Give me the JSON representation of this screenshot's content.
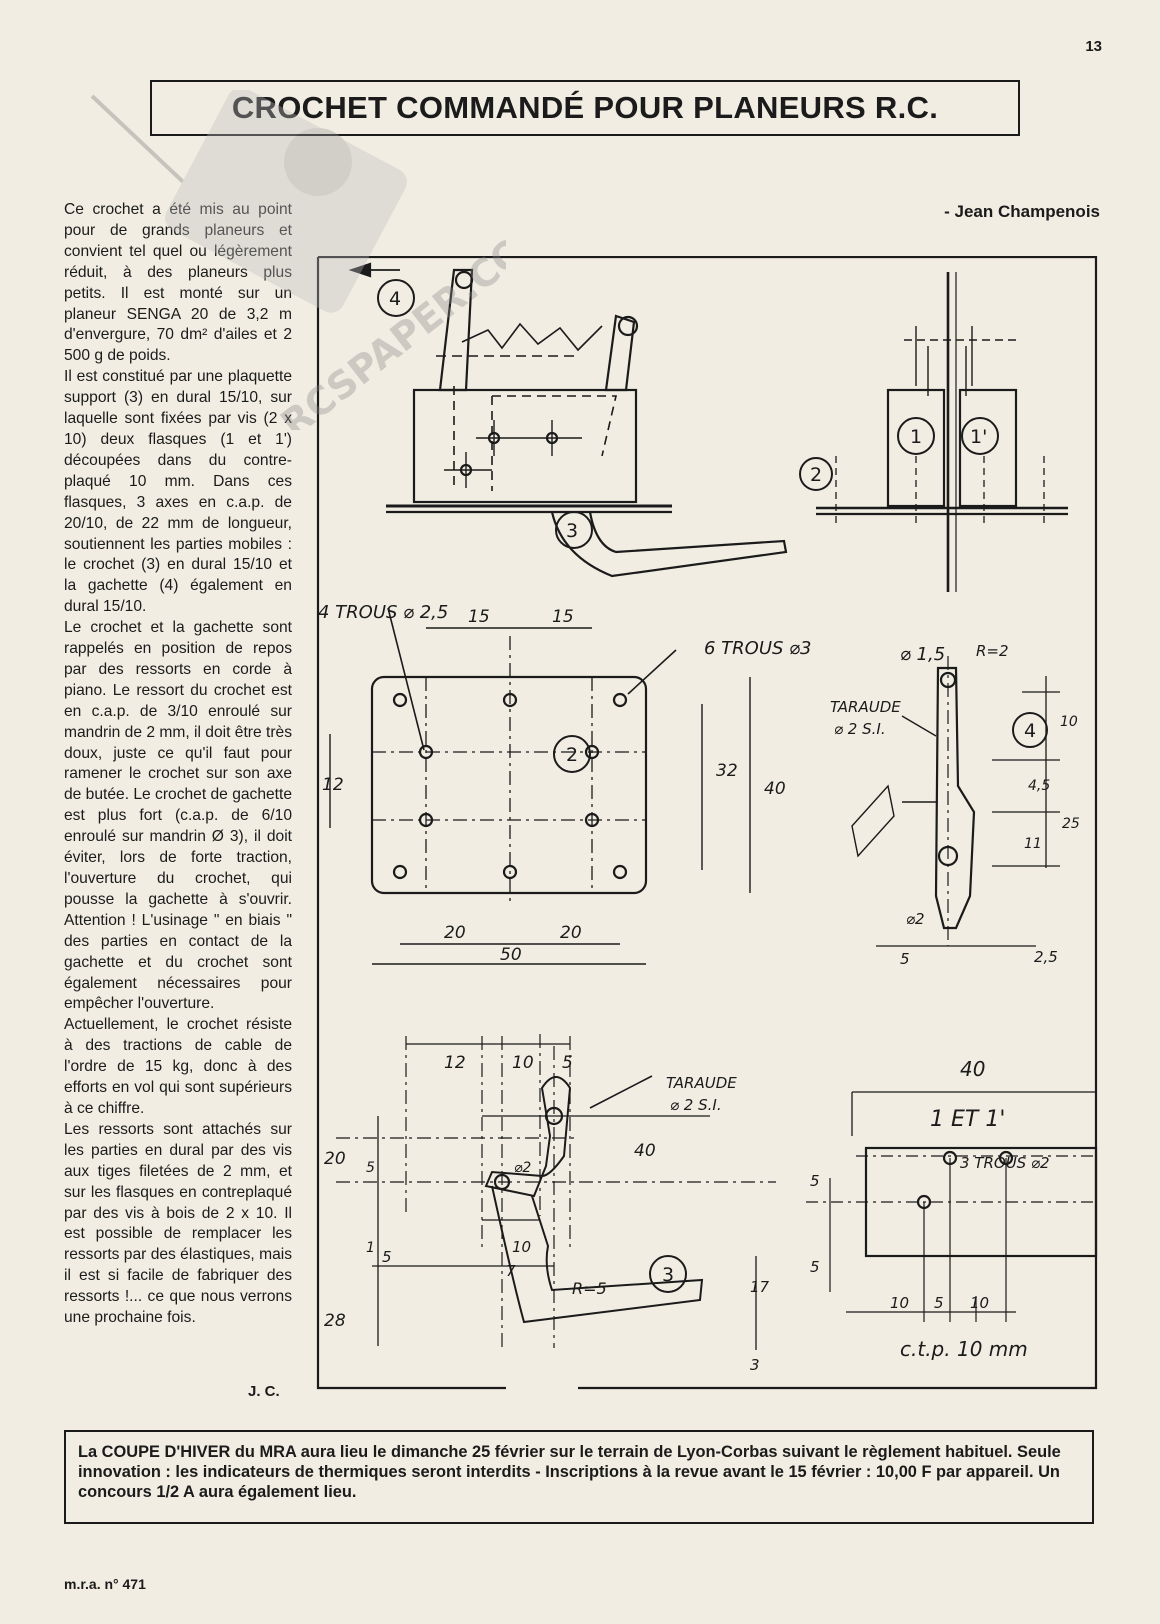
{
  "page": {
    "number": "13"
  },
  "article": {
    "title": "CROCHET COMMANDÉ POUR PLANEURS R.C.",
    "author": "- Jean Champenois",
    "paragraphs": [
      "Ce crochet a été mis au point pour de grands planeurs et convient tel quel ou légèrement réduit, à des planeurs plus petits. Il est monté sur un planeur SENGA 20 de 3,2 m d'envergure, 70 dm² d'ailes et 2 500 g de poids.",
      "Il est constitué par une plaquette support (3) en dural 15/10, sur laquelle sont fixées par vis (2 x 10) deux flasques (1 et 1') découpées dans du contre-plaqué 10 mm. Dans ces flasques, 3 axes en c.a.p. de 20/10, de 22 mm de longueur, soutiennent les parties mobiles : le crochet (3) en dural 15/10 et la gachette (4) également en dural 15/10.",
      "Le crochet et la gachette sont rappelés en position de repos par des ressorts en corde à piano. Le ressort du crochet est en c.a.p. de 3/10 enroulé sur mandrin de 2 mm, il doit être très doux, juste ce qu'il faut pour ramener le crochet sur son axe de butée. Le crochet de gachette est plus fort (c.a.p. de 6/10 enroulé sur mandrin Ø 3), il doit éviter, lors de forte traction, l'ouverture du crochet, qui pousse la gachette à s'ouvrir. Attention ! L'usinage \" en biais \" des parties en contact de la gachette et du crochet sont également nécessaires pour empêcher l'ouverture.",
      "Actuellement, le crochet résiste à des tractions de cable de l'ordre de 15 kg, donc à des efforts en vol qui sont supérieurs à ce chiffre.",
      "Les ressorts sont attachés sur les parties en dural par des vis aux tiges filetées de 2 mm, et sur les flasques en contreplaqué par des vis à bois de 2 x 10. Il est possible de remplacer les ressorts par des élastiques, mais il est si facile de fabriquer des ressorts !... ce que nous verrons une prochaine fois."
    ],
    "signature": "J. C."
  },
  "drawing": {
    "labels": {
      "part1": "1",
      "part1b": "1'",
      "part2": "2",
      "part3": "3",
      "part4": "4",
      "holes_4": "4 TROUS ⌀ 2,5",
      "holes_6": "6 TROUS ⌀3",
      "dia_15": "⌀ 1,5",
      "r2": "R=2",
      "tarau_1": "TARAUDE",
      "tarau_1b": "⌀ 2 S.I.",
      "tarau_2": "TARAUDE",
      "tarau_2b": "⌀ 2 S.I.",
      "phi2_a": "⌀2",
      "phi2_b": "⌀2",
      "r5": "R=5",
      "holes_3": "3 TROUS ⌀2",
      "et": "1 ET 1'",
      "ctp": "c.t.p. 10 mm"
    },
    "dims": {
      "d15a": "15",
      "d15b": "15",
      "d12": "12",
      "d32": "32",
      "d40v": "40",
      "d20a": "20",
      "d20b": "20",
      "d50": "50",
      "g10": "10",
      "g45": "4,5",
      "g11": "11",
      "g25": "25",
      "g5": "5",
      "g25b": "2,5",
      "c12": "12",
      "c10": "10",
      "c5": "5",
      "c40": "40",
      "c20": "20",
      "c5v": "5",
      "c1": "1",
      "c5b": "5",
      "c10b": "10",
      "c7": "7",
      "c17": "17",
      "c28": "28",
      "c3": "3",
      "f40": "40",
      "f5": "5",
      "f5b": "5",
      "f10": "10",
      "f5c": "5",
      "f10b": "10"
    }
  },
  "notice": {
    "lead": "La COUPE D'HIVER du MRA",
    "text": " aura lieu le dimanche 25 février sur le terrain de Lyon-Corbas suivant le règlement habituel. Seule innovation : les indicateurs de thermiques seront interdits - Inscriptions à la revue avant le 15 février : 10,00 F par appareil. Un concours 1/2 A aura également lieu."
  },
  "footer": {
    "issue": "m.r.a. n° 471"
  },
  "watermark": {
    "text": "RCSPAPER.COM"
  }
}
